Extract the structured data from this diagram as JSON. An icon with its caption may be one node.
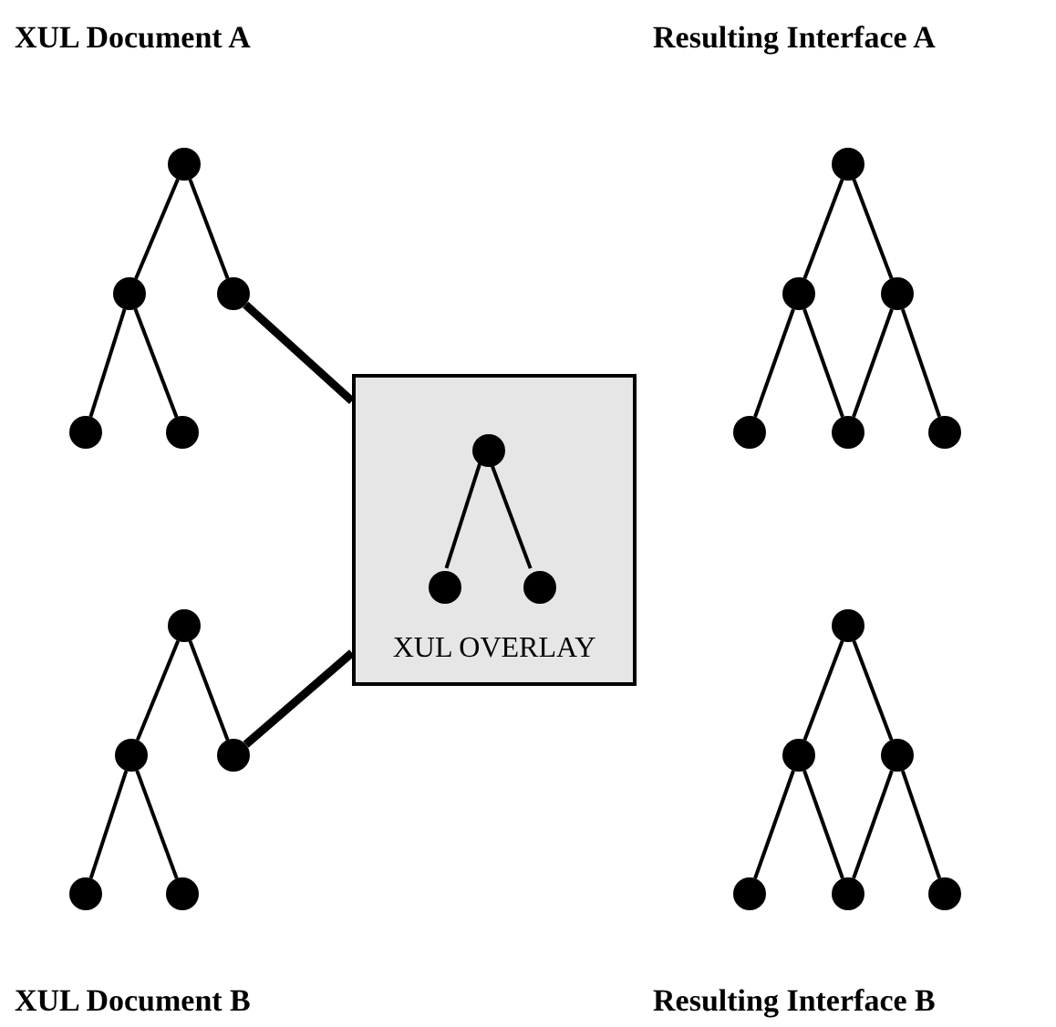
{
  "diagram": {
    "nodes": [
      {
        "text": [],
        "shape": "circle"
      },
      {
        "text": [],
        "shape": "circle"
      },
      {
        "text": [],
        "shape": "circle"
      },
      {
        "text": [],
        "shape": "circle"
      },
      {
        "text": [],
        "shape": "circle"
      },
      {
        "text": [
          "XUL OVERLAY"
        ]
      },
      {
        "text": [],
        "shape": "circle",
        "in": 5
      },
      {
        "text": [],
        "shape": "circle",
        "in": 5
      },
      {
        "text": [],
        "shape": "circle",
        "in": 5
      },
      {
        "text": [],
        "shape": "circle"
      },
      {
        "text": [],
        "shape": "circle"
      },
      {
        "text": [],
        "shape": "circle"
      },
      {
        "text": [],
        "shape": "circle"
      },
      {
        "text": [],
        "shape": "circle"
      },
      {
        "text": [],
        "shape": "circle"
      },
      {
        "text": [],
        "shape": "circle"
      },
      {
        "text": [],
        "shape": "circle"
      },
      {
        "text": [],
        "shape": "circle"
      },
      {
        "text": [],
        "shape": "circle"
      },
      {
        "text": [],
        "shape": "circle"
      },
      {
        "text": [],
        "shape": "circle"
      },
      {
        "text": [],
        "shape": "circle"
      },
      {
        "text": [],
        "shape": "circle"
      },
      {
        "text": [],
        "shape": "circle"
      },
      {
        "text": [],
        "shape": "circle"
      },
      {
        "text": [],
        "shape": "circle"
      }
    ],
    "edges": [
      {
        "from": 0,
        "to": 1,
        "arrow": "none"
      },
      {
        "from": 0,
        "to": 2,
        "arrow": "none"
      },
      {
        "from": 1,
        "to": 3,
        "arrow": "none"
      },
      {
        "from": 1,
        "to": 4,
        "arrow": "none"
      },
      {
        "from": 2,
        "to": 5,
        "arrow": "none",
        "style": "thick"
      },
      {
        "from": 6,
        "to": 7,
        "arrow": "none"
      },
      {
        "from": 6,
        "to": 8,
        "arrow": "none"
      },
      {
        "from": 9,
        "to": 10,
        "arrow": "none"
      },
      {
        "from": 9,
        "to": 11,
        "arrow": "none"
      },
      {
        "from": 10,
        "to": 12,
        "arrow": "none"
      },
      {
        "from": 10,
        "to": 13,
        "arrow": "none"
      },
      {
        "from": 11,
        "to": 5,
        "arrow": "none",
        "style": "thick"
      },
      {
        "from": 14,
        "to": 15,
        "arrow": "none"
      },
      {
        "from": 14,
        "to": 16,
        "arrow": "none"
      },
      {
        "from": 15,
        "to": 17,
        "arrow": "none"
      },
      {
        "from": 15,
        "to": 18,
        "arrow": "none"
      },
      {
        "from": 16,
        "to": 18,
        "arrow": "none"
      },
      {
        "from": 16,
        "to": 19,
        "arrow": "none"
      },
      {
        "from": 20,
        "to": 21,
        "arrow": "none"
      },
      {
        "from": 20,
        "to": 22,
        "arrow": "none"
      },
      {
        "from": 21,
        "to": 23,
        "arrow": "none"
      },
      {
        "from": 21,
        "to": 24,
        "arrow": "none"
      },
      {
        "from": 22,
        "to": 24,
        "arrow": "none"
      },
      {
        "from": 22,
        "to": 25,
        "arrow": "none"
      }
    ],
    "labels": [
      "XUL Document A",
      "Resulting Interface A",
      "XUL Document B",
      "Resulting Interface B"
    ]
  }
}
